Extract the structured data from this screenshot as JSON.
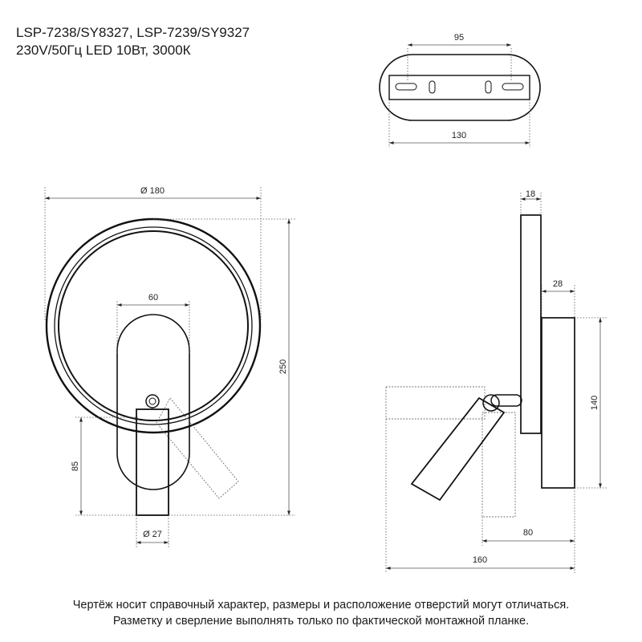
{
  "header": {
    "models": "LSP-7238/SY8327, LSP-7239/SY9327",
    "specs": "230V/50Гц  LED 10Вт, 3000К"
  },
  "top_view": {
    "dim_holes": "95",
    "dim_width": "130"
  },
  "front_view": {
    "dim_diameter": "Ø 180",
    "dim_oval_width": "60",
    "dim_height": "250",
    "dim_spot_height": "85",
    "dim_spot_diameter": "Ø 27"
  },
  "side_view": {
    "dim_depth_panel": "18",
    "dim_depth_base": "28",
    "dim_base_height": "140",
    "dim_reach_short": "80",
    "dim_reach_long": "160"
  },
  "footer": {
    "line1": "Чертёж носит справочный характер, размеры и расположение отверстий могут отличаться.",
    "line2": "Разметку и сверление выполнять только по фактической монтажной планке."
  }
}
